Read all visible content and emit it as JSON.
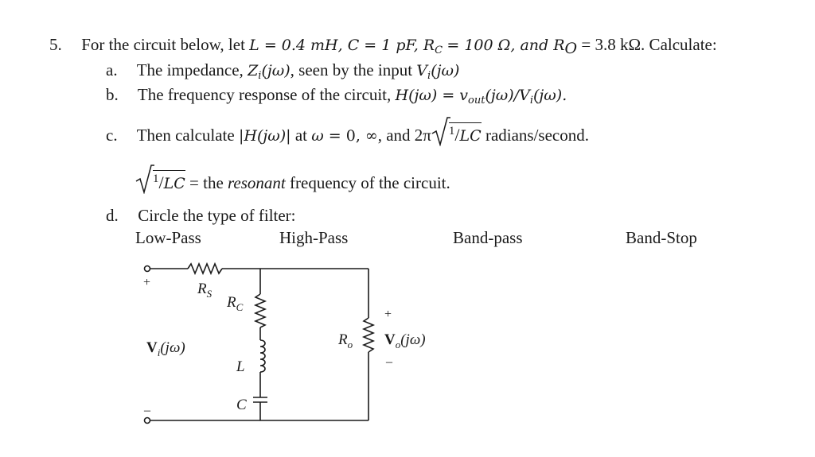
{
  "problem": {
    "number": "5.",
    "intro": "For the circuit below, let",
    "given": "L = 0.4 mH, C = 1 pF, R",
    "given_rc_sub": "C",
    "given_rc_val": "= 100 Ω, and R",
    "given_ro_sub": "O",
    "given_ro_val": "= 3.8 kΩ. Calculate:"
  },
  "parts": {
    "a_label": "a.",
    "a_text": "The impedance, ",
    "a_text2": ", seen by the input ",
    "b_label": "b.",
    "b_text": "The frequency response of the circuit, ",
    "c_label": "c.",
    "c_text": "Then calculate ",
    "c_text2": " at ",
    "c_text3": ", and 2π",
    "c_text4": "radians/second.",
    "resonant_pre": "= the ",
    "resonant_em": "resonant",
    "resonant_post": " frequency of the circuit.",
    "d_label": "d.",
    "d_text": "Circle the type of filter:"
  },
  "filter_options": [
    "Low-Pass",
    "High-Pass",
    "Band-pass",
    "Band-Stop"
  ],
  "circuit": {
    "plus_in": "+",
    "minus_in": "–",
    "rs": "R",
    "rs_sub": "S",
    "rc": "R",
    "rc_sub": "C",
    "l": "L",
    "c": "C",
    "ro": "R",
    "ro_sub": "o",
    "vin": "V",
    "vin_sub": "i",
    "vin_arg": "(jω)",
    "vout": "V",
    "vout_sub": "o",
    "vout_arg": "(jω)",
    "plus_out": "+",
    "minus_out": "–"
  }
}
